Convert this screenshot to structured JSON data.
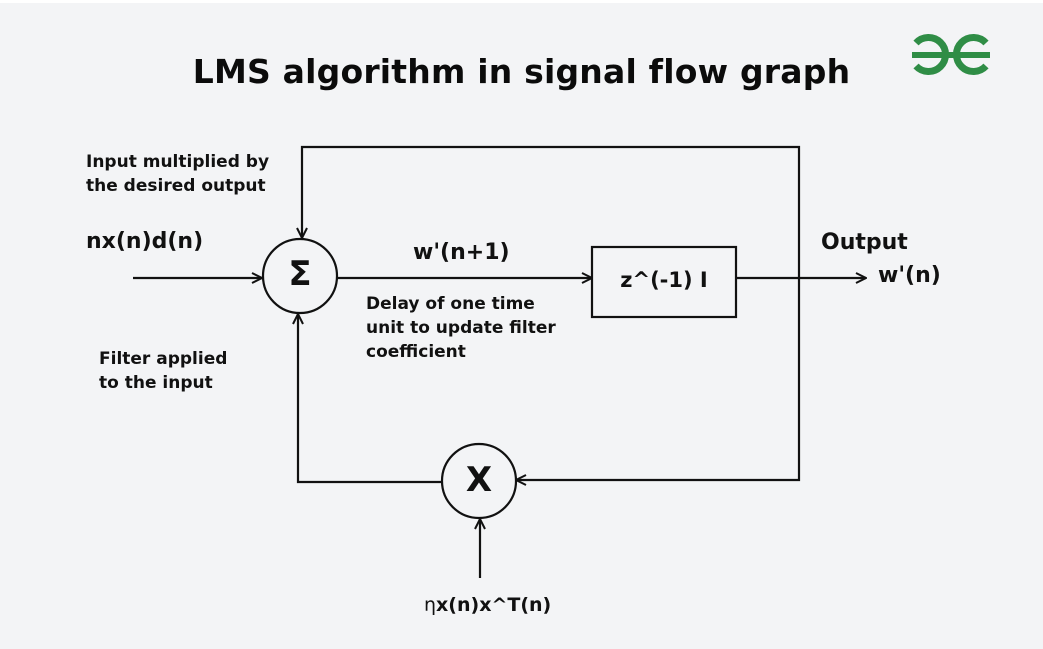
{
  "title": "LMS algorithm in signal flow graph",
  "brand": {
    "logo_icon": "geeksforgeeks-logo-icon",
    "color": "#2f8d46"
  },
  "nodes": {
    "summer_symbol": "Σ",
    "multiplier_symbol": "X",
    "delay_block_label": "z^(-1) I"
  },
  "labels": {
    "input_note_line1": "Input multiplied by",
    "input_note_line2": "the desired output",
    "input_signal": "nx(n)d(n)",
    "filter_note_line1": "Filter applied",
    "filter_note_line2": "to the input",
    "update_signal": "w'(n+1)",
    "delay_note_line1": "Delay of one time",
    "delay_note_line2": "unit to update filter",
    "delay_note_line3": "coefficient",
    "output_title": "Output",
    "output_signal": "w'(n)",
    "gain_signal_eta": "η",
    "gain_signal_rest": "x(n)x^T(n)"
  },
  "colors": {
    "background": "#f3f4f6",
    "ink": "#111111"
  }
}
